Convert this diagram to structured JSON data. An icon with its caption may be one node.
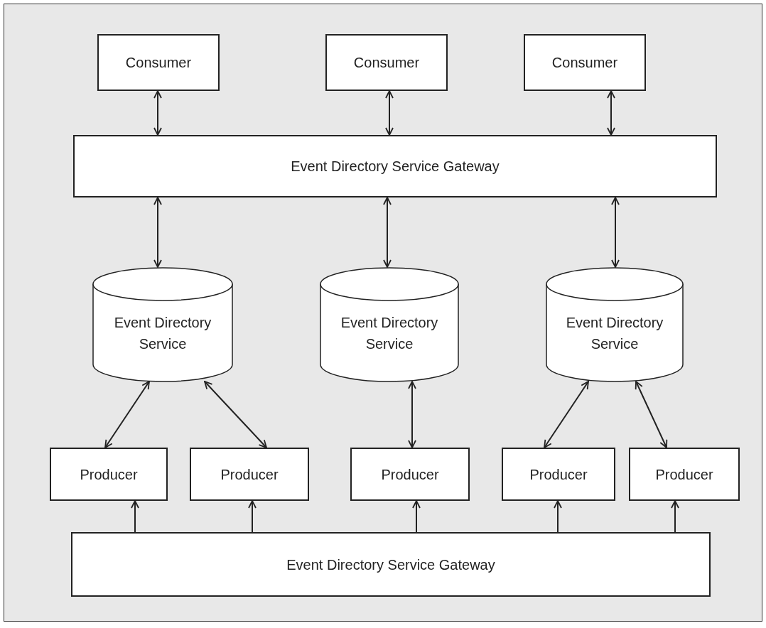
{
  "diagram": {
    "nodes": [
      {
        "text": [
          "Consumer"
        ]
      },
      {
        "text": [
          "Consumer"
        ]
      },
      {
        "text": [
          "Consumer"
        ]
      },
      {
        "text": [
          "Event Directory Service Gateway"
        ]
      },
      {
        "text": [
          "Event Directory Service"
        ]
      },
      {
        "text": [
          "Event Directory Service"
        ]
      },
      {
        "text": [
          "Event Directory Service"
        ]
      },
      {
        "text": [
          "Producer"
        ]
      },
      {
        "text": [
          "Producer"
        ]
      },
      {
        "text": [
          "Producer"
        ]
      },
      {
        "text": [
          "Producer"
        ]
      },
      {
        "text": [
          "Producer"
        ]
      },
      {
        "text": [
          "Event Directory Service Gateway"
        ]
      }
    ],
    "edges": [
      {
        "from": 0,
        "to": 3,
        "arrow": "both"
      },
      {
        "from": 1,
        "to": 3,
        "arrow": "both"
      },
      {
        "from": 2,
        "to": 3,
        "arrow": "both"
      },
      {
        "from": 3,
        "to": 4,
        "arrow": "both"
      },
      {
        "from": 3,
        "to": 5,
        "arrow": "both"
      },
      {
        "from": 3,
        "to": 6,
        "arrow": "both"
      },
      {
        "from": 4,
        "to": 7,
        "arrow": "both"
      },
      {
        "from": 4,
        "to": 8,
        "arrow": "both"
      },
      {
        "from": 5,
        "to": 9,
        "arrow": "both"
      },
      {
        "from": 6,
        "to": 10,
        "arrow": "both"
      },
      {
        "from": 6,
        "to": 11,
        "arrow": "both"
      },
      {
        "from": 12,
        "to": 7,
        "arrow": "to"
      },
      {
        "from": 12,
        "to": 8,
        "arrow": "to"
      },
      {
        "from": 12,
        "to": 9,
        "arrow": "to"
      },
      {
        "from": 12,
        "to": 10,
        "arrow": "to"
      },
      {
        "from": 12,
        "to": 11,
        "arrow": "to"
      }
    ]
  }
}
